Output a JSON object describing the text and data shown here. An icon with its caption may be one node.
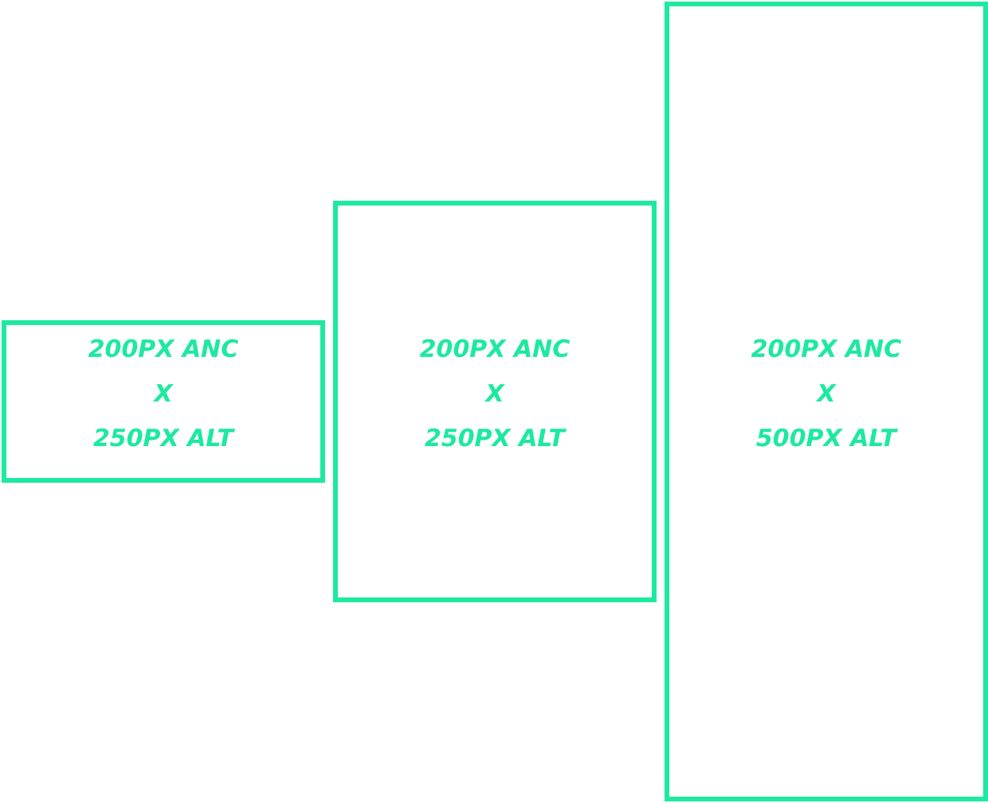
{
  "diagram": {
    "nodes": [
      {
        "text": [
          "200PX ANC",
          "X",
          "250PX ALT"
        ]
      },
      {
        "text": [
          "200PX ANC",
          "X",
          "250PX ALT"
        ]
      },
      {
        "text": [
          "200PX ANC",
          "X",
          "500PX ALT"
        ]
      }
    ]
  }
}
